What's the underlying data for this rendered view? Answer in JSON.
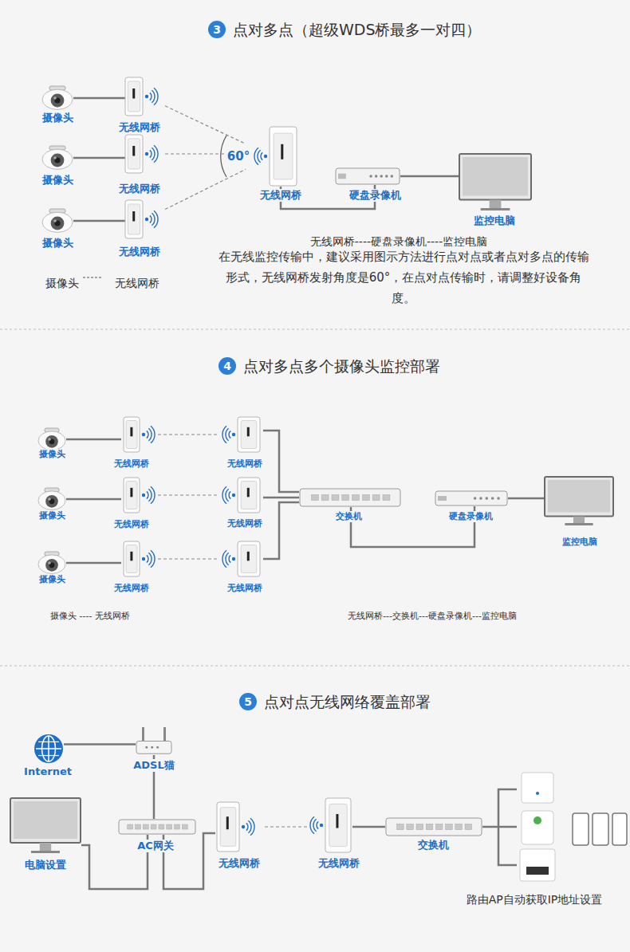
{
  "diagram": {
    "nodes": [
      {
        "text": [
          "摄像头"
        ]
      },
      {
        "text": [
          "无线网桥"
        ]
      },
      {
        "text": [
          "摄像头"
        ]
      },
      {
        "text": [
          "无线网桥"
        ]
      },
      {
        "text": [
          "摄像头"
        ]
      },
      {
        "text": [
          "无线网桥"
        ]
      },
      {
        "text": [
          "无线网桥"
        ]
      },
      {
        "text": [
          "硬盘录像机"
        ]
      },
      {
        "text": [
          "监控电脑"
        ]
      },
      {
        "text": [
          "摄像头"
        ]
      },
      {
        "text": [
          "无线网桥"
        ]
      },
      {
        "text": [
          "无线网桥"
        ]
      },
      {
        "text": [
          "摄像头"
        ]
      },
      {
        "text": [
          "无线网桥"
        ]
      },
      {
        "text": [
          "无线网桥"
        ]
      },
      {
        "text": [
          "摄像头"
        ]
      },
      {
        "text": [
          "无线网桥"
        ]
      },
      {
        "text": [
          "无线网桥"
        ]
      },
      {
        "text": [
          "交换机"
        ]
      },
      {
        "text": [
          "硬盘录像机"
        ]
      },
      {
        "text": [
          "监控电脑"
        ]
      },
      {
        "text": [
          "Internet"
        ]
      },
      {
        "text": [
          "ADSL猫"
        ]
      },
      {
        "text": [
          "电脑设置"
        ]
      },
      {
        "text": [
          "AC网关"
        ]
      },
      {
        "text": [
          "无线网桥"
        ]
      },
      {
        "text": [
          "无线网桥"
        ]
      },
      {
        "text": [
          "交换机"
        ]
      },
      {
        "text": [
          "路由AP自动获取IP地址设置"
        ]
      }
    ],
    "edges": [
      {
        "from": 0,
        "to": 1,
        "arrow": "none"
      },
      {
        "from": 2,
        "to": 3,
        "arrow": "none"
      },
      {
        "from": 4,
        "to": 5,
        "arrow": "none"
      },
      {
        "from": 1,
        "to": 6,
        "arrow": "none"
      },
      {
        "from": 3,
        "to": 6,
        "arrow": "none"
      },
      {
        "from": 5,
        "to": 6,
        "arrow": "none"
      },
      {
        "from": 6,
        "to": 7,
        "arrow": "none"
      },
      {
        "from": 7,
        "to": 8,
        "arrow": "none"
      },
      {
        "from": 9,
        "to": 10,
        "arrow": "none"
      },
      {
        "from": 10,
        "to": 11,
        "arrow": "none"
      },
      {
        "from": 11,
        "to": 18,
        "arrow": "none"
      },
      {
        "from": 12,
        "to": 13,
        "arrow": "none"
      },
      {
        "from": 13,
        "to": 14,
        "arrow": "none"
      },
      {
        "from": 14,
        "to": 18,
        "arrow": "none"
      },
      {
        "from": 15,
        "to": 16,
        "arrow": "none"
      },
      {
        "from": 16,
        "to": 17,
        "arrow": "none"
      },
      {
        "from": 17,
        "to": 18,
        "arrow": "none"
      },
      {
        "from": 18,
        "to": 19,
        "arrow": "none"
      },
      {
        "from": 19,
        "to": 20,
        "arrow": "none"
      },
      {
        "from": 21,
        "to": 22,
        "arrow": "none"
      },
      {
        "from": 22,
        "to": 24,
        "arrow": "none"
      },
      {
        "from": 23,
        "to": 24,
        "arrow": "none"
      },
      {
        "from": 24,
        "to": 25,
        "arrow": "none"
      },
      {
        "from": 25,
        "to": 26,
        "arrow": "none"
      },
      {
        "from": 26,
        "to": 27,
        "arrow": "none"
      },
      {
        "from": 27,
        "to": 28,
        "arrow": "none"
      }
    ],
    "labels": [
      "3",
      "点对多点（超级WDS桥最多一对四）",
      "60°",
      "无线网桥----硬盘录像机----监控电脑",
      "在无线监控传输中，建议采用图示方法进行点对点或者点对多点的传输形式，无线网桥发射角度是60°，在点对点传输时，请调整好设备角度。",
      "摄像头",
      "无线网桥",
      "4",
      "点对多点多个摄像头监控部署",
      "摄像头 ---- 无线网桥",
      "无线网桥---交换机---硬盘录像机---监控电脑",
      "5",
      "点对点无线网络覆盖部署"
    ]
  }
}
